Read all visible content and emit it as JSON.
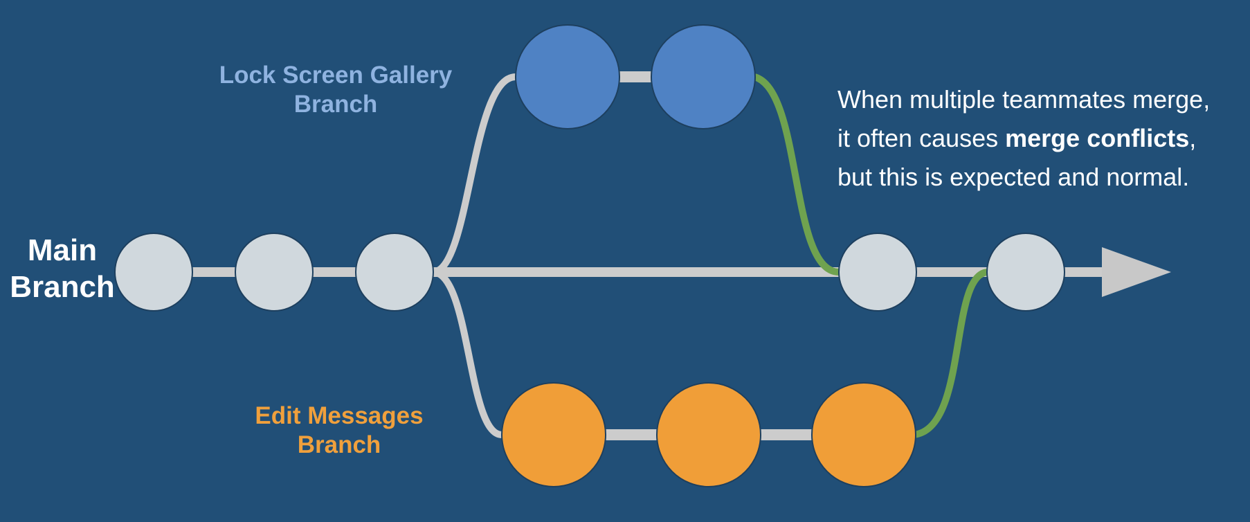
{
  "labels": {
    "main_line1": "Main",
    "main_line2": "Branch",
    "lock_line1": "Lock Screen Gallery",
    "lock_line2": "Branch",
    "edit_line1": "Edit Messages",
    "edit_line2": "Branch"
  },
  "note": {
    "line1": "When multiple teammates merge,",
    "line2_before": "it often causes ",
    "line2_bold": "merge conflicts",
    "line2_after": ",",
    "line3": "but this is expected and normal."
  },
  "colors": {
    "background": "#214f77",
    "main_commit": "#d0d8dd",
    "lock_commit": "#4f82c4",
    "edit_commit": "#f09e38",
    "line": "#cccccc",
    "merge_line": "#6fa24f",
    "lock_label": "#8fb3e0",
    "edit_label": "#f0a03c"
  },
  "branches": [
    {
      "name": "main",
      "commit_count": 5
    },
    {
      "name": "lock-screen-gallery",
      "commit_count": 2
    },
    {
      "name": "edit-messages",
      "commit_count": 3
    }
  ]
}
